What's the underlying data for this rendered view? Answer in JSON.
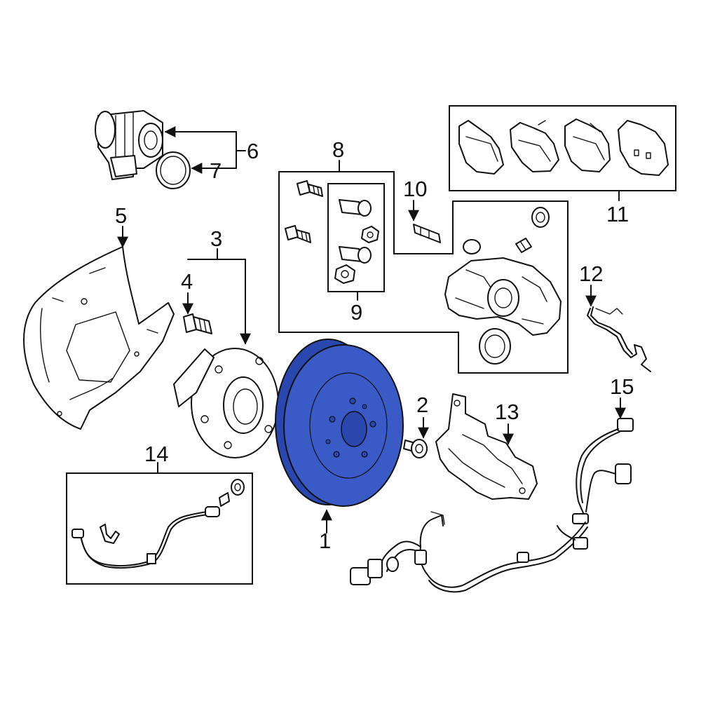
{
  "diagram": {
    "callouts": {
      "c1": "1",
      "c2": "2",
      "c3": "3",
      "c4": "4",
      "c5": "5",
      "c6": "6",
      "c7": "7",
      "c8": "8",
      "c9": "9",
      "c10": "10",
      "c11": "11",
      "c12": "12",
      "c13": "13",
      "c14": "14",
      "c15": "15"
    },
    "highlight_color": "#3a5bc7",
    "line_color": "#111111"
  }
}
